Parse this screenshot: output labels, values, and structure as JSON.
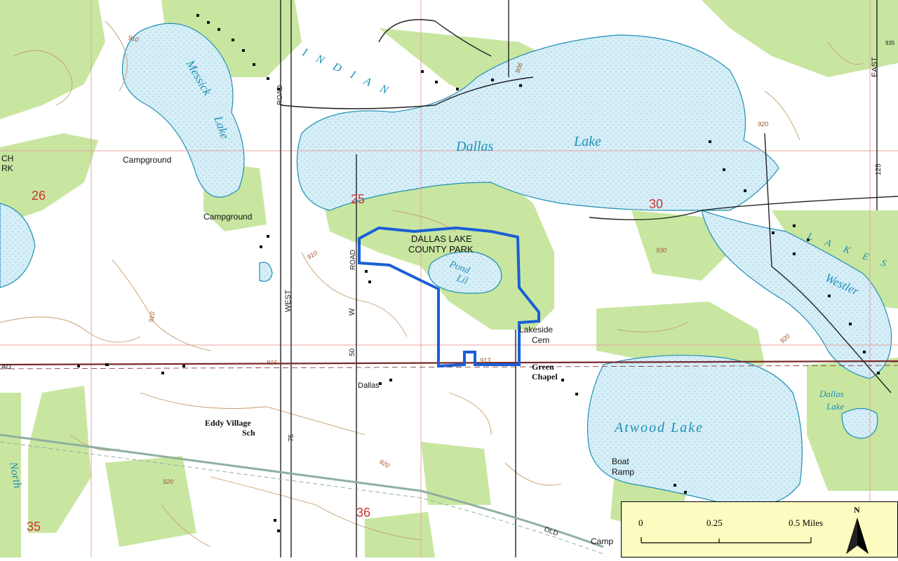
{
  "map": {
    "lakes": {
      "messick": [
        "Messick",
        "Lake"
      ],
      "dallas": [
        "Dallas",
        "Lake"
      ],
      "pond": [
        "Pond",
        "Lil"
      ],
      "atwood": "Atwood Lake",
      "westler": "Westler",
      "dallas_small": [
        "Dallas",
        "Lake"
      ],
      "indian": "I N D I A N",
      "lakes_l": "L A K E S"
    },
    "park": [
      "DALLAS LAKE",
      "COUNTY PARK"
    ],
    "places": {
      "campground1": "Campground",
      "campground2": "Campground",
      "eddy": [
        "Eddy Village",
        "Sch"
      ],
      "dallas_town": "Dallas",
      "lakeside": [
        "Lakeside",
        "Cem"
      ],
      "green_chapel": [
        "Green",
        "Chapel"
      ],
      "boat_ramp": [
        "Boat",
        "Ramp"
      ],
      "camp_cut": "Camp",
      "ch_pk": [
        "CH",
        "RK"
      ],
      "north": "North"
    },
    "sections": [
      "25",
      "30",
      "26",
      "36",
      "35"
    ],
    "roads": {
      "road1": "ROAD",
      "road2": "ROAD",
      "west": "WEST",
      "w": "W",
      "n50": "50",
      "n75": "75",
      "east": "EAST",
      "n125": "125",
      "old": "OLD",
      "ad": "AD",
      "n935": "935"
    },
    "contours": [
      "910",
      "906",
      "920",
      "910",
      "910",
      "916",
      "913",
      "920",
      "930",
      "920",
      "920"
    ]
  },
  "scale": {
    "ticks": [
      "0",
      "0.25",
      "0.5 Miles"
    ],
    "north": "N"
  },
  "colors": {
    "water": "#d6eef7",
    "forest": "#c8e6a0",
    "park_boundary": "#1a5fd6",
    "contour": "#c69c6d",
    "section_line": "#e8a0a0"
  }
}
